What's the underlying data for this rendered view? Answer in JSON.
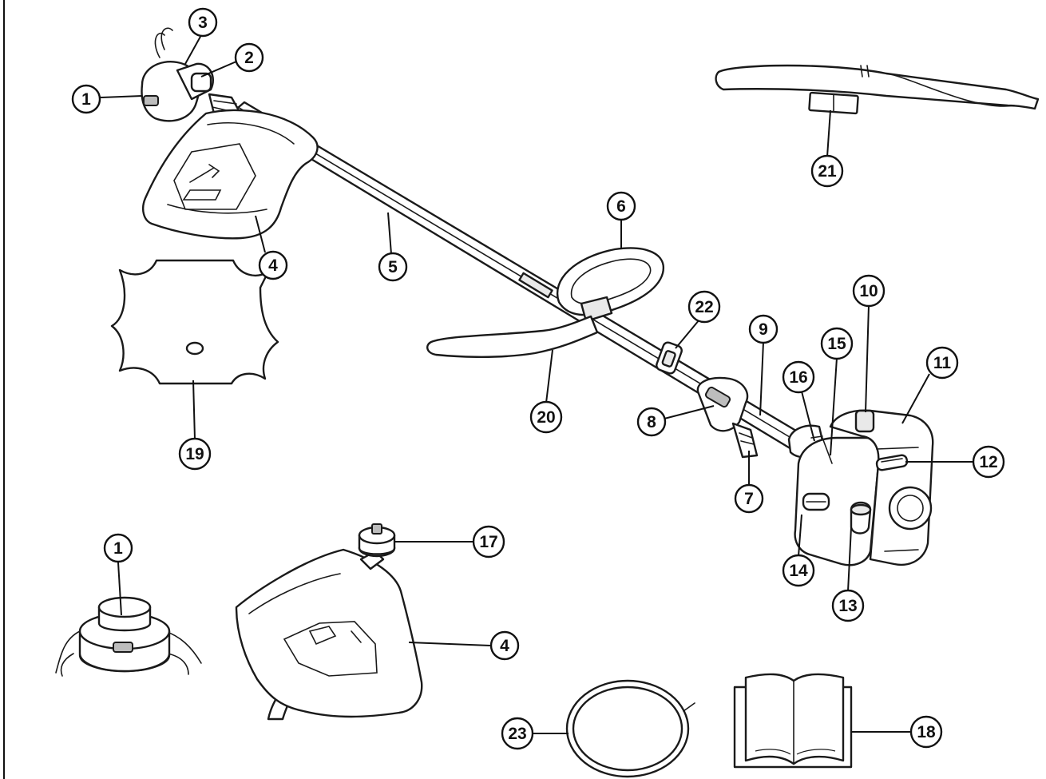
{
  "callouts": [
    {
      "label": "1"
    },
    {
      "label": "2"
    },
    {
      "label": "3"
    },
    {
      "label": "4"
    },
    {
      "label": "5"
    },
    {
      "label": "6"
    },
    {
      "label": "7"
    },
    {
      "label": "8"
    },
    {
      "label": "9"
    },
    {
      "label": "10"
    },
    {
      "label": "11"
    },
    {
      "label": "12"
    },
    {
      "label": "13"
    },
    {
      "label": "14"
    },
    {
      "label": "15"
    },
    {
      "label": "16"
    },
    {
      "label": "19"
    },
    {
      "label": "20"
    },
    {
      "label": "21"
    },
    {
      "label": "22"
    },
    {
      "label": "1"
    },
    {
      "label": "17"
    },
    {
      "label": "4"
    },
    {
      "label": "23"
    },
    {
      "label": "18"
    }
  ],
  "colors": {
    "ink": "#1a1a1a",
    "paper": "#ffffff",
    "shade": "#e9e9e9"
  }
}
